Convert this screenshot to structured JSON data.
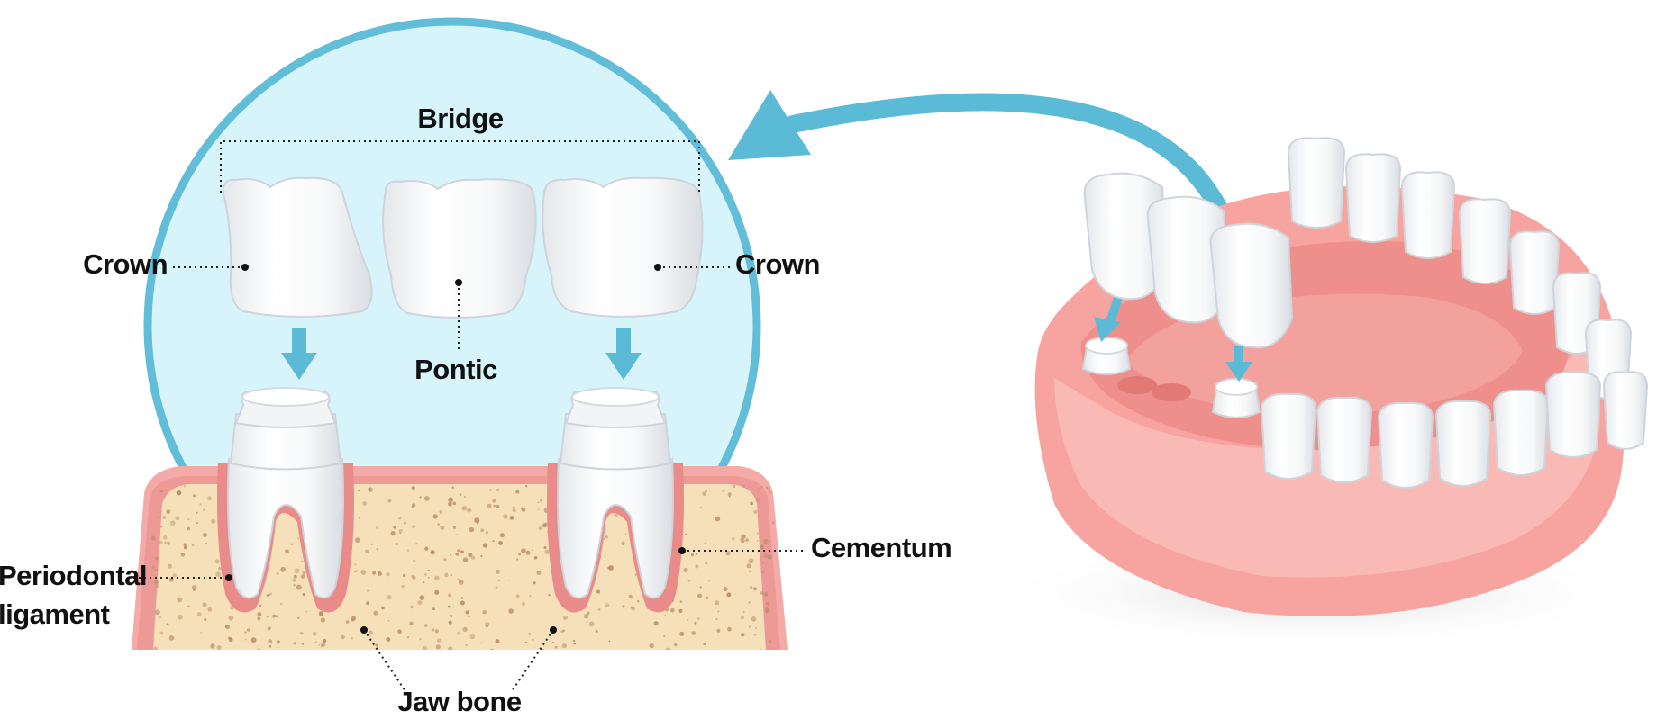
{
  "labels": {
    "bridge": "Bridge",
    "crown_left": "Crown",
    "crown_right": "Crown",
    "pontic": "Pontic",
    "periodontal_line1": "Periodontal",
    "periodontal_line2": "ligament",
    "cementum": "Cementum",
    "jaw_bone": "Jaw bone"
  },
  "colors": {
    "circle_fill": "#d7f4fb",
    "circle_stroke": "#62bdd8",
    "arrow": "#5bbad6",
    "gum": "#f6a9a5",
    "gum_dark": "#e98a87",
    "bone": "#f5dfb7",
    "bone_speckle": "#b99068",
    "tooth": "#ffffff",
    "tooth_shade": "#e3e6ea"
  }
}
